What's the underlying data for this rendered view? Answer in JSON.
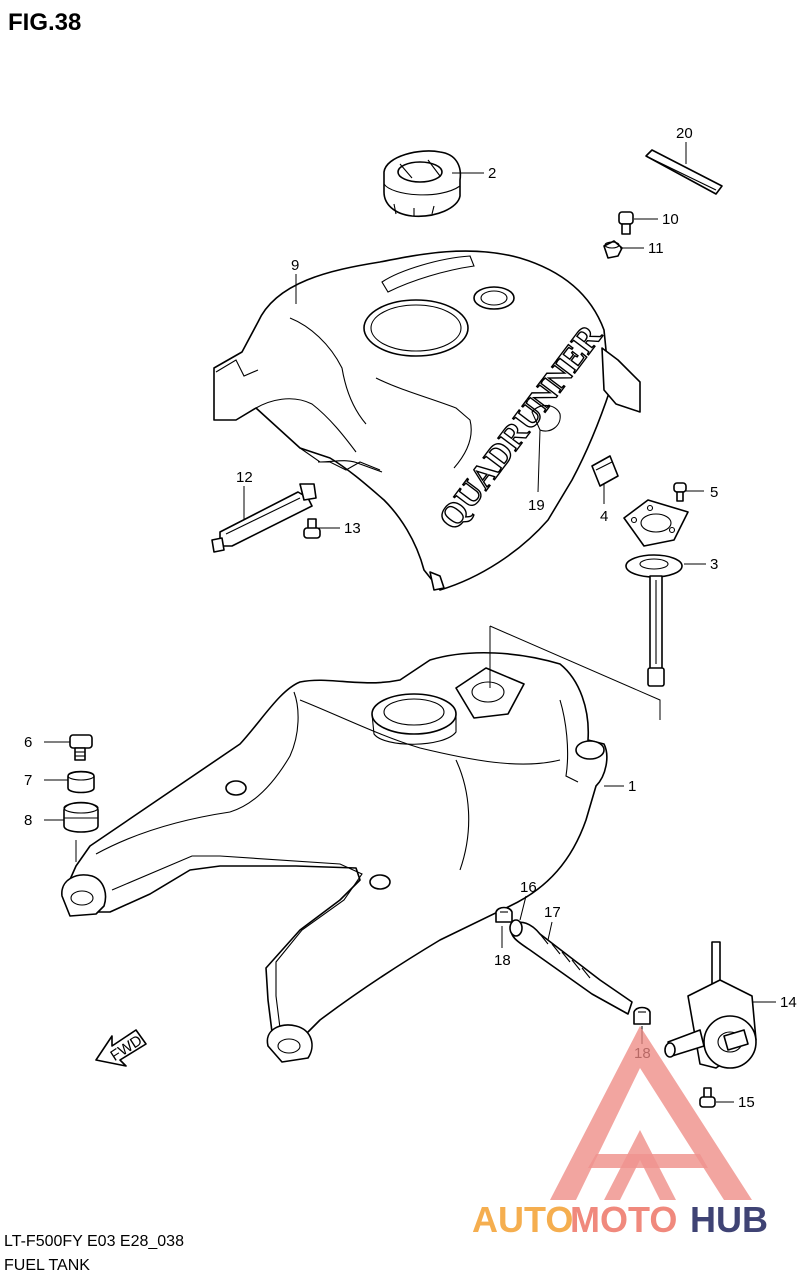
{
  "figure": {
    "title": "FIG.38",
    "model_code": "LT-F500FY E03 E28_038",
    "caption": "FUEL TANK"
  },
  "tank_logo": "QUADRUNNER",
  "fwd_label": "FWD",
  "callouts": [
    "1",
    "2",
    "3",
    "4",
    "5",
    "6",
    "7",
    "8",
    "9",
    "10",
    "11",
    "12",
    "13",
    "14",
    "15",
    "16",
    "17",
    "18",
    "18",
    "19",
    "20"
  ],
  "watermark": {
    "auto": "AUTO",
    "moto": "MOTO",
    "hub": "HUB",
    "colors": {
      "auto": "#f5a63d",
      "moto": "#ef7d70",
      "hub": "#2b2f66",
      "triangle": "#ee8a84"
    }
  }
}
